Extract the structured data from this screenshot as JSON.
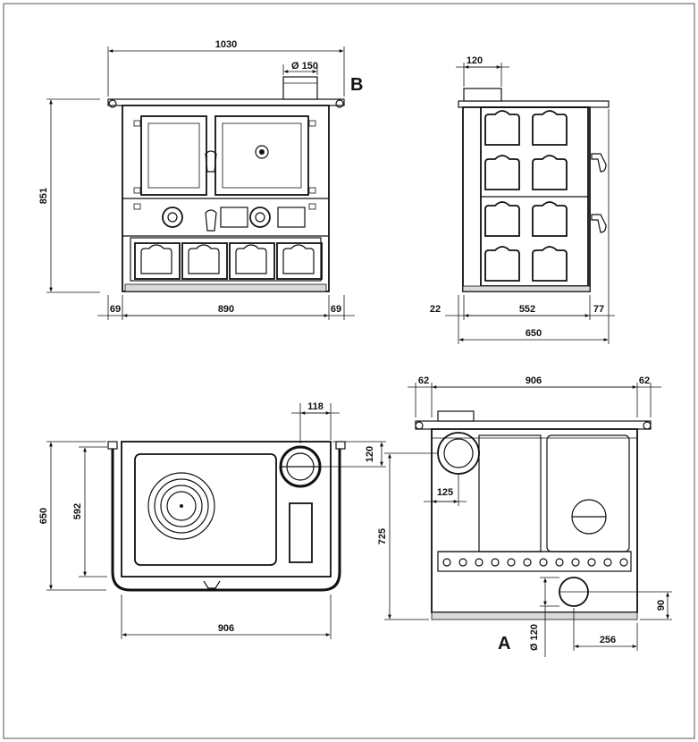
{
  "labels": {
    "view_b": "B",
    "view_a": "A"
  },
  "front_view": {
    "overall_width": "1030",
    "flue_diameter": "Ø 150",
    "height": "851",
    "left_offset": "69",
    "body_width": "890",
    "right_offset": "69"
  },
  "side_view": {
    "flue_offset": "120",
    "rear_offset": "22",
    "body_depth": "552",
    "front_offset": "77",
    "overall_depth": "650"
  },
  "top_view": {
    "flue_offset": "118",
    "flue_depth": "120",
    "overall_depth": "650",
    "inner_depth": "592",
    "width": "906"
  },
  "rear_view": {
    "left_rail": "62",
    "width": "906",
    "right_rail": "62",
    "flue_offset": "125",
    "flue_height": "725",
    "inlet_diameter": "Ø 120",
    "inlet_height": "90",
    "inlet_offset": "256"
  },
  "colors": {
    "line": "#111111",
    "background": "#ffffff",
    "frame": "#555555"
  }
}
